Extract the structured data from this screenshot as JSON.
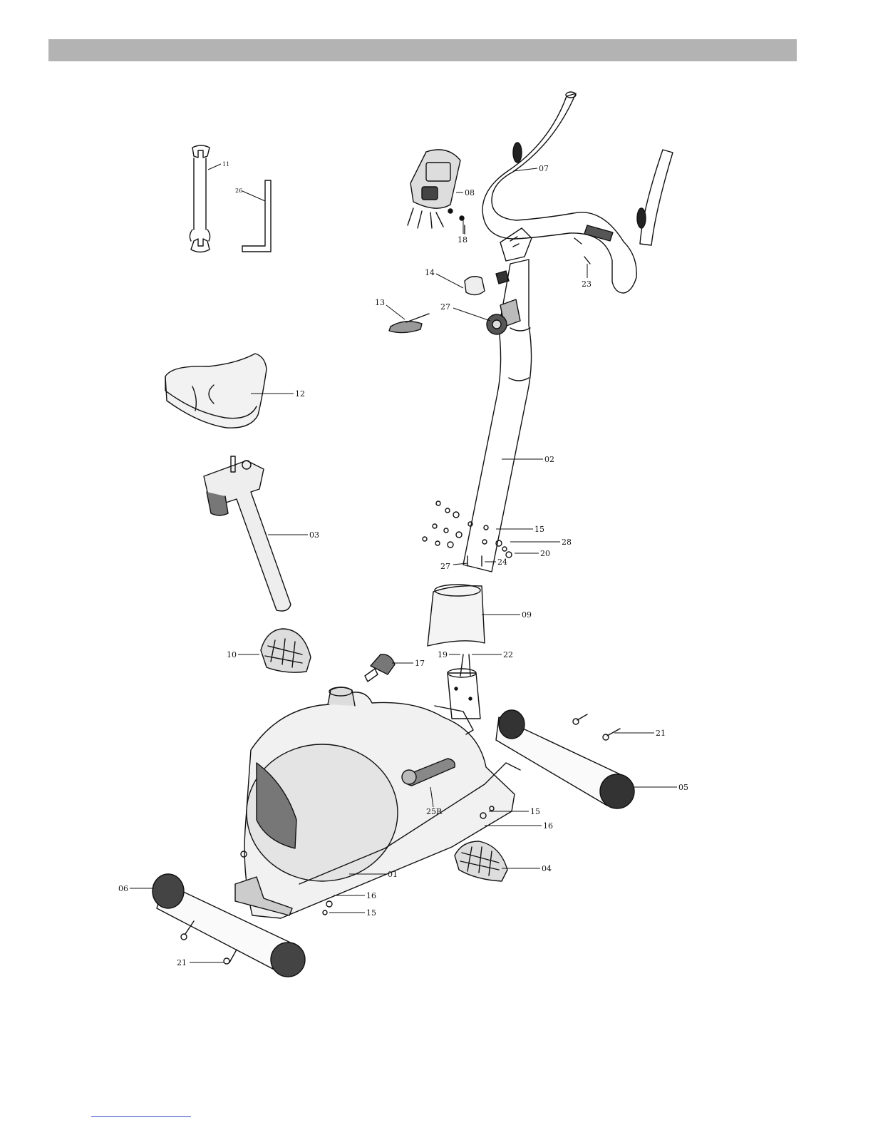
{
  "parts": {
    "p01": "01",
    "p02": "02",
    "p03": "03",
    "p04": "04",
    "p05": "05",
    "p06": "06",
    "p07": "07",
    "p08": "08",
    "p09": "09",
    "p10": "10",
    "p11": "11",
    "p12": "12",
    "p13": "13",
    "p14": "14",
    "p15a": "15",
    "p15b": "15",
    "p15c": "15",
    "p16a": "16",
    "p16b": "16",
    "p17": "17",
    "p18": "18",
    "p19": "19",
    "p20": "20",
    "p21a": "21",
    "p21b": "21",
    "p22": "22",
    "p23": "23",
    "p24": "24",
    "p25r": "25R",
    "p26": "26",
    "p27a": "27",
    "p27b": "27",
    "p28": "28"
  }
}
